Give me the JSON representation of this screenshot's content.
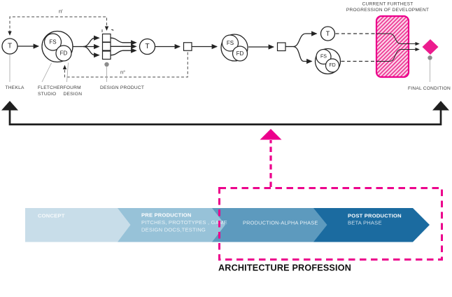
{
  "flow": {
    "t": "T",
    "fs": "FS",
    "fd": "FD",
    "n_prime": "n′",
    "n_iter": "n°",
    "thekla": "THEKLA",
    "fletcher1": "FLETCHER",
    "fletcher2": "STUDIO",
    "fourm1": "FOURM",
    "fourm2": "DESIGN",
    "design_product": "DESIGN PRODUCT",
    "header1": "CURRENT FURTHEST",
    "header2": "PROGRESSION OF DEVELOPMENT",
    "final_condition": "FINAL CONDITION"
  },
  "timeline": {
    "caption": "ARCHITECTURE PROFESSION",
    "stages": [
      {
        "title": "CONCEPT",
        "color": "#c8dde9"
      },
      {
        "title": "PRE PRODUCTION",
        "line1": "PITCHES, PROTOTYPES , GAME",
        "line2": "DESIGN DOCS,TESTING",
        "color": "#97c2d8"
      },
      {
        "title": "PRODUCTION-ALPHA PHASE",
        "color": "#5d9abe"
      },
      {
        "title": "POST PRODUCTION",
        "line1": "BETA PHASE",
        "color": "#1b6ba0"
      }
    ]
  },
  "colors": {
    "accent_pink": "#ec008c",
    "hatch_line": "#ee3a95",
    "hatch_bg": "#fbd5e9",
    "diamond": "#ec1c8e"
  }
}
